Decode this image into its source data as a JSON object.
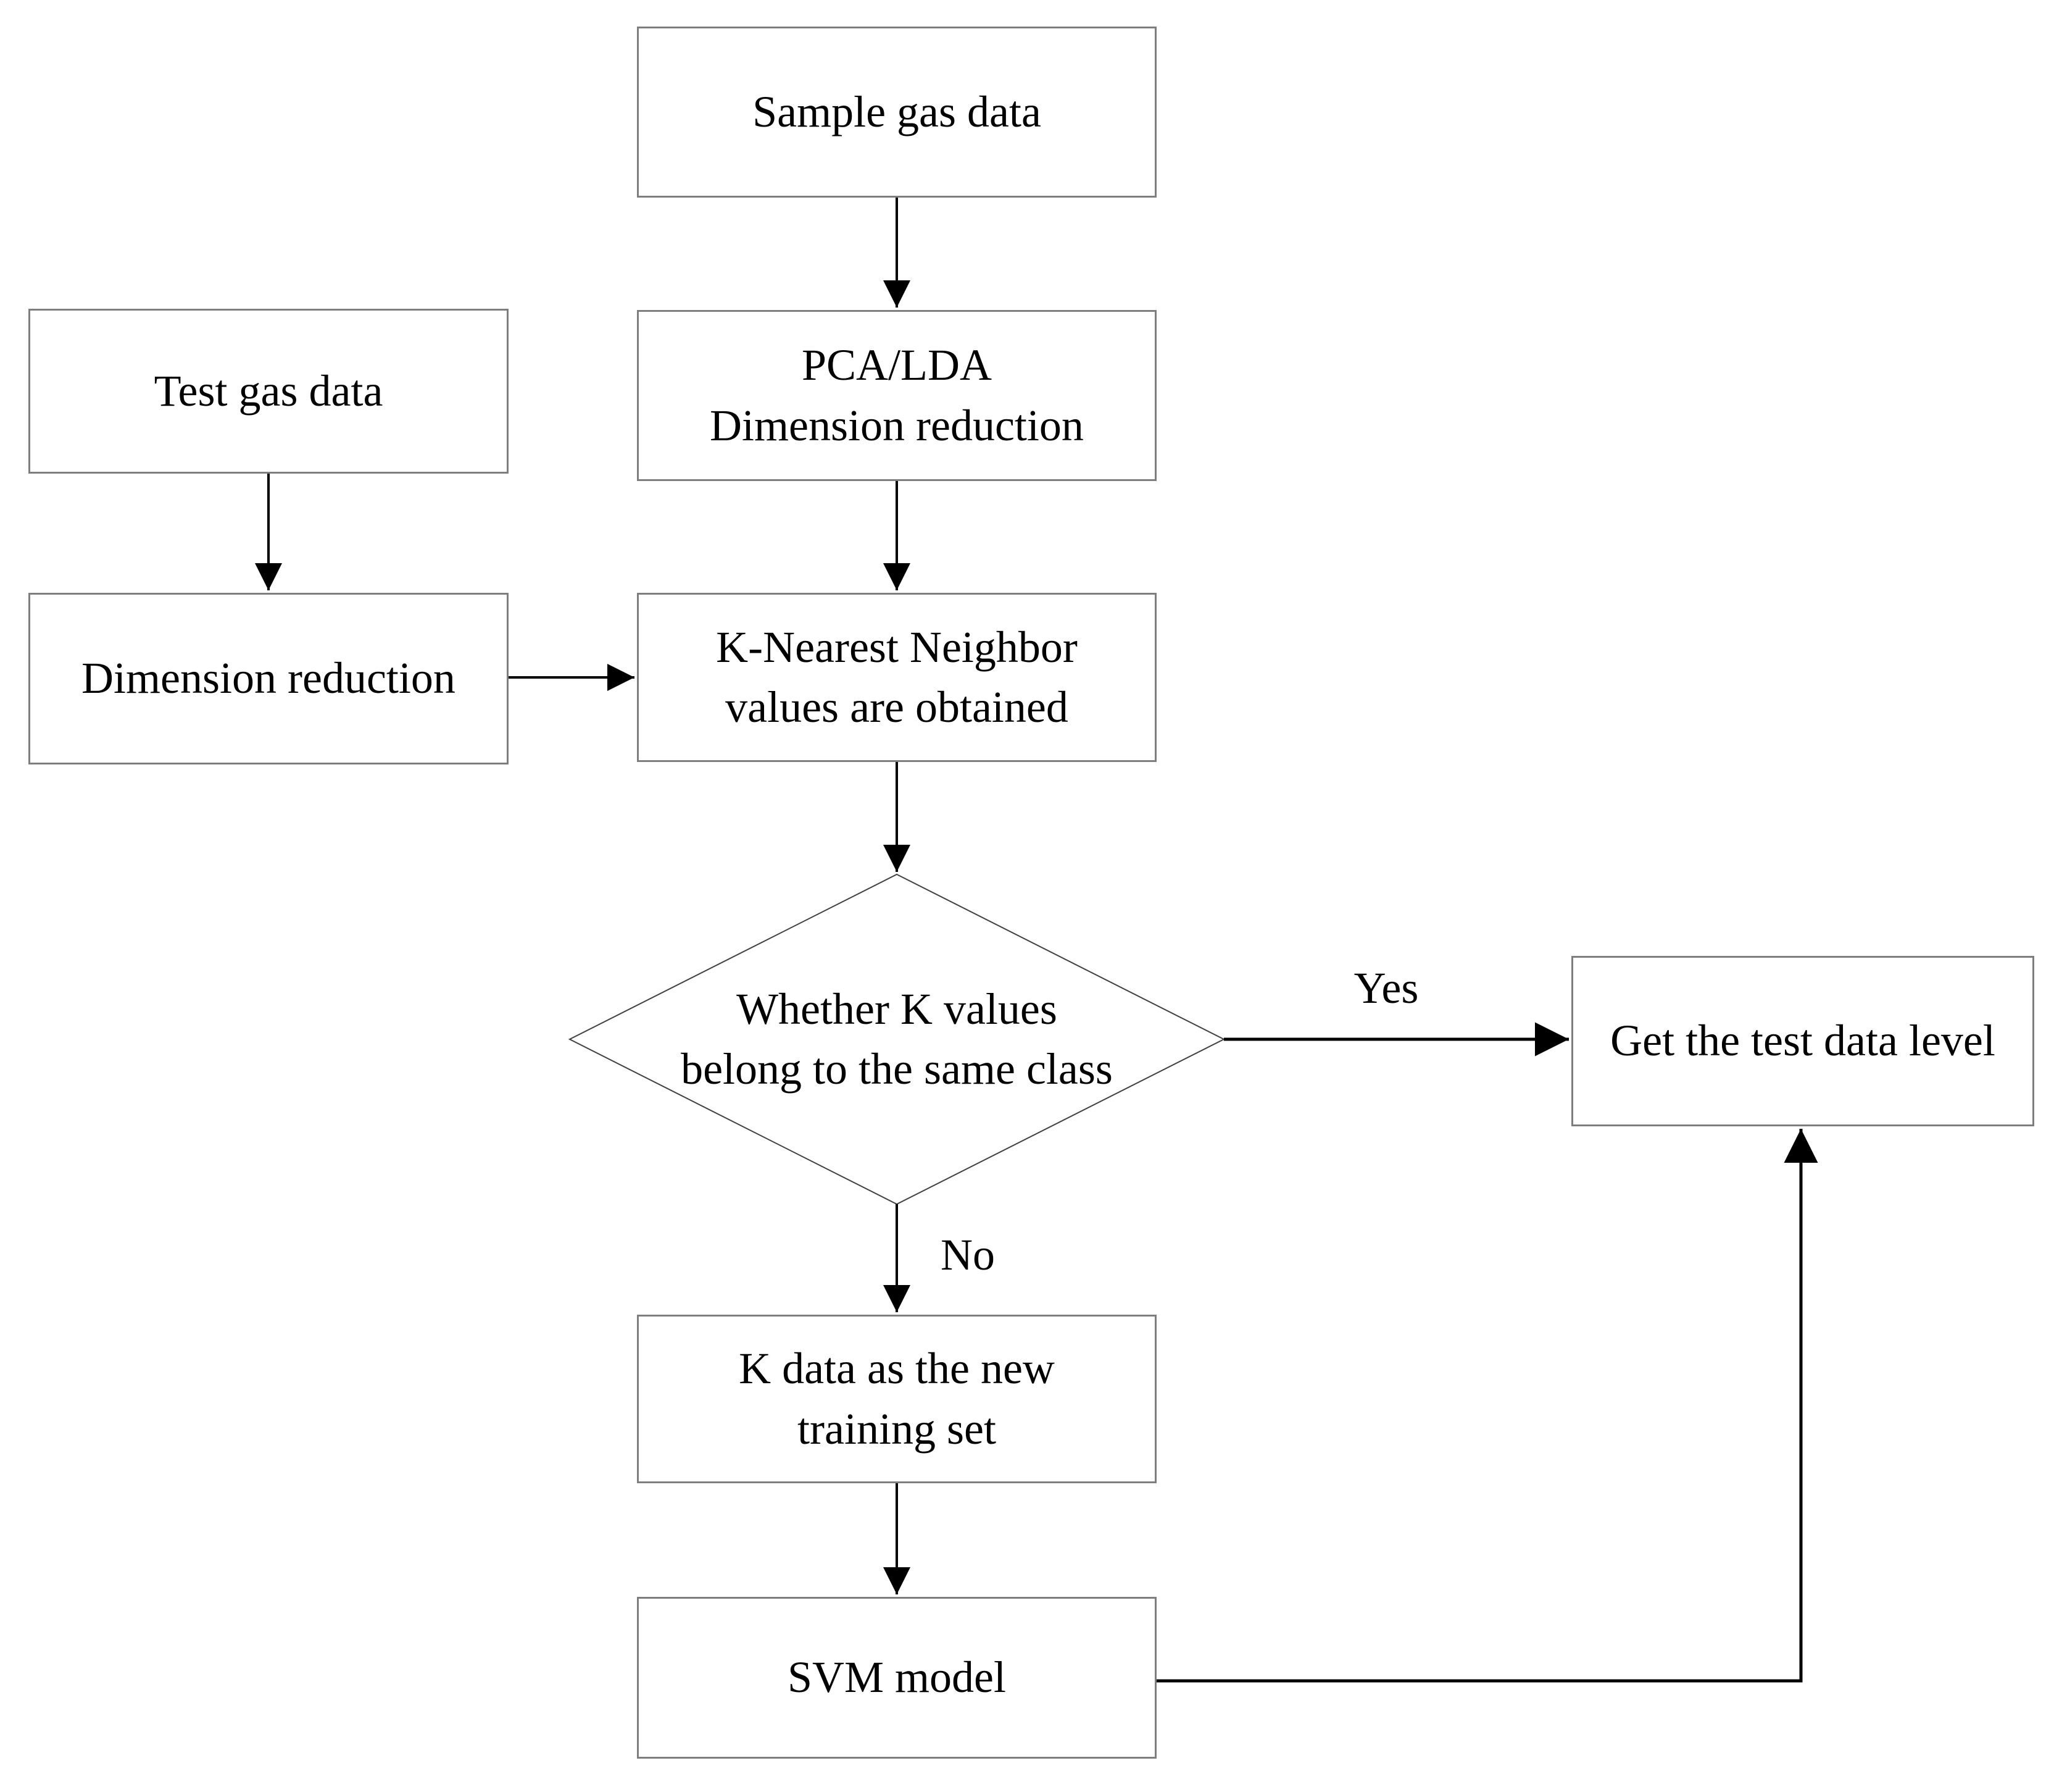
{
  "nodes": {
    "sample_gas_data": {
      "label": "Sample gas data"
    },
    "pca_lda": {
      "label": "PCA/LDA\nDimension reduction"
    },
    "test_gas_data": {
      "label": "Test gas data"
    },
    "dimension_reduction": {
      "label": "Dimension reduction"
    },
    "knn": {
      "label": "K-Nearest Neighbor\nvalues are obtained"
    },
    "decision": {
      "label": "Whether K values\nbelong to the same class"
    },
    "get_test_data_level": {
      "label": "Get the test data level"
    },
    "k_data_new_training_set": {
      "label": "K data as the new\ntraining set"
    },
    "svm_model": {
      "label": "SVM model"
    }
  },
  "edge_labels": {
    "yes": "Yes",
    "no": "No"
  },
  "colors": {
    "background": "#ffffff",
    "text": "#000000",
    "arrow": "#000000",
    "box_border": "#7e7e7e",
    "diamond_border": "#404040"
  }
}
